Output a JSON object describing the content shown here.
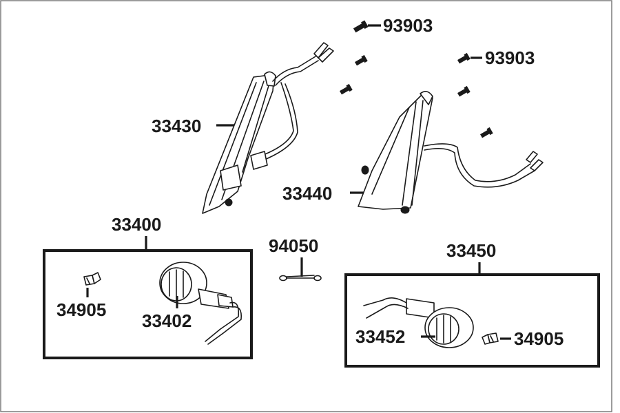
{
  "diagram": {
    "labels": {
      "screw_top": "93903",
      "screw_right": "93903",
      "left_winker_assy": "33430",
      "right_winker_assy": "33440",
      "front_left_winker_set": "33400",
      "front_right_winker_set": "33450",
      "bulb_left": "34905",
      "bulb_right": "34905",
      "winker_left": "33402",
      "winker_right": "33452",
      "clip": "94050"
    },
    "colors": {
      "ink": "#1a1a1a",
      "paper": "#ffffff",
      "frame": "#7a7a7a"
    }
  }
}
